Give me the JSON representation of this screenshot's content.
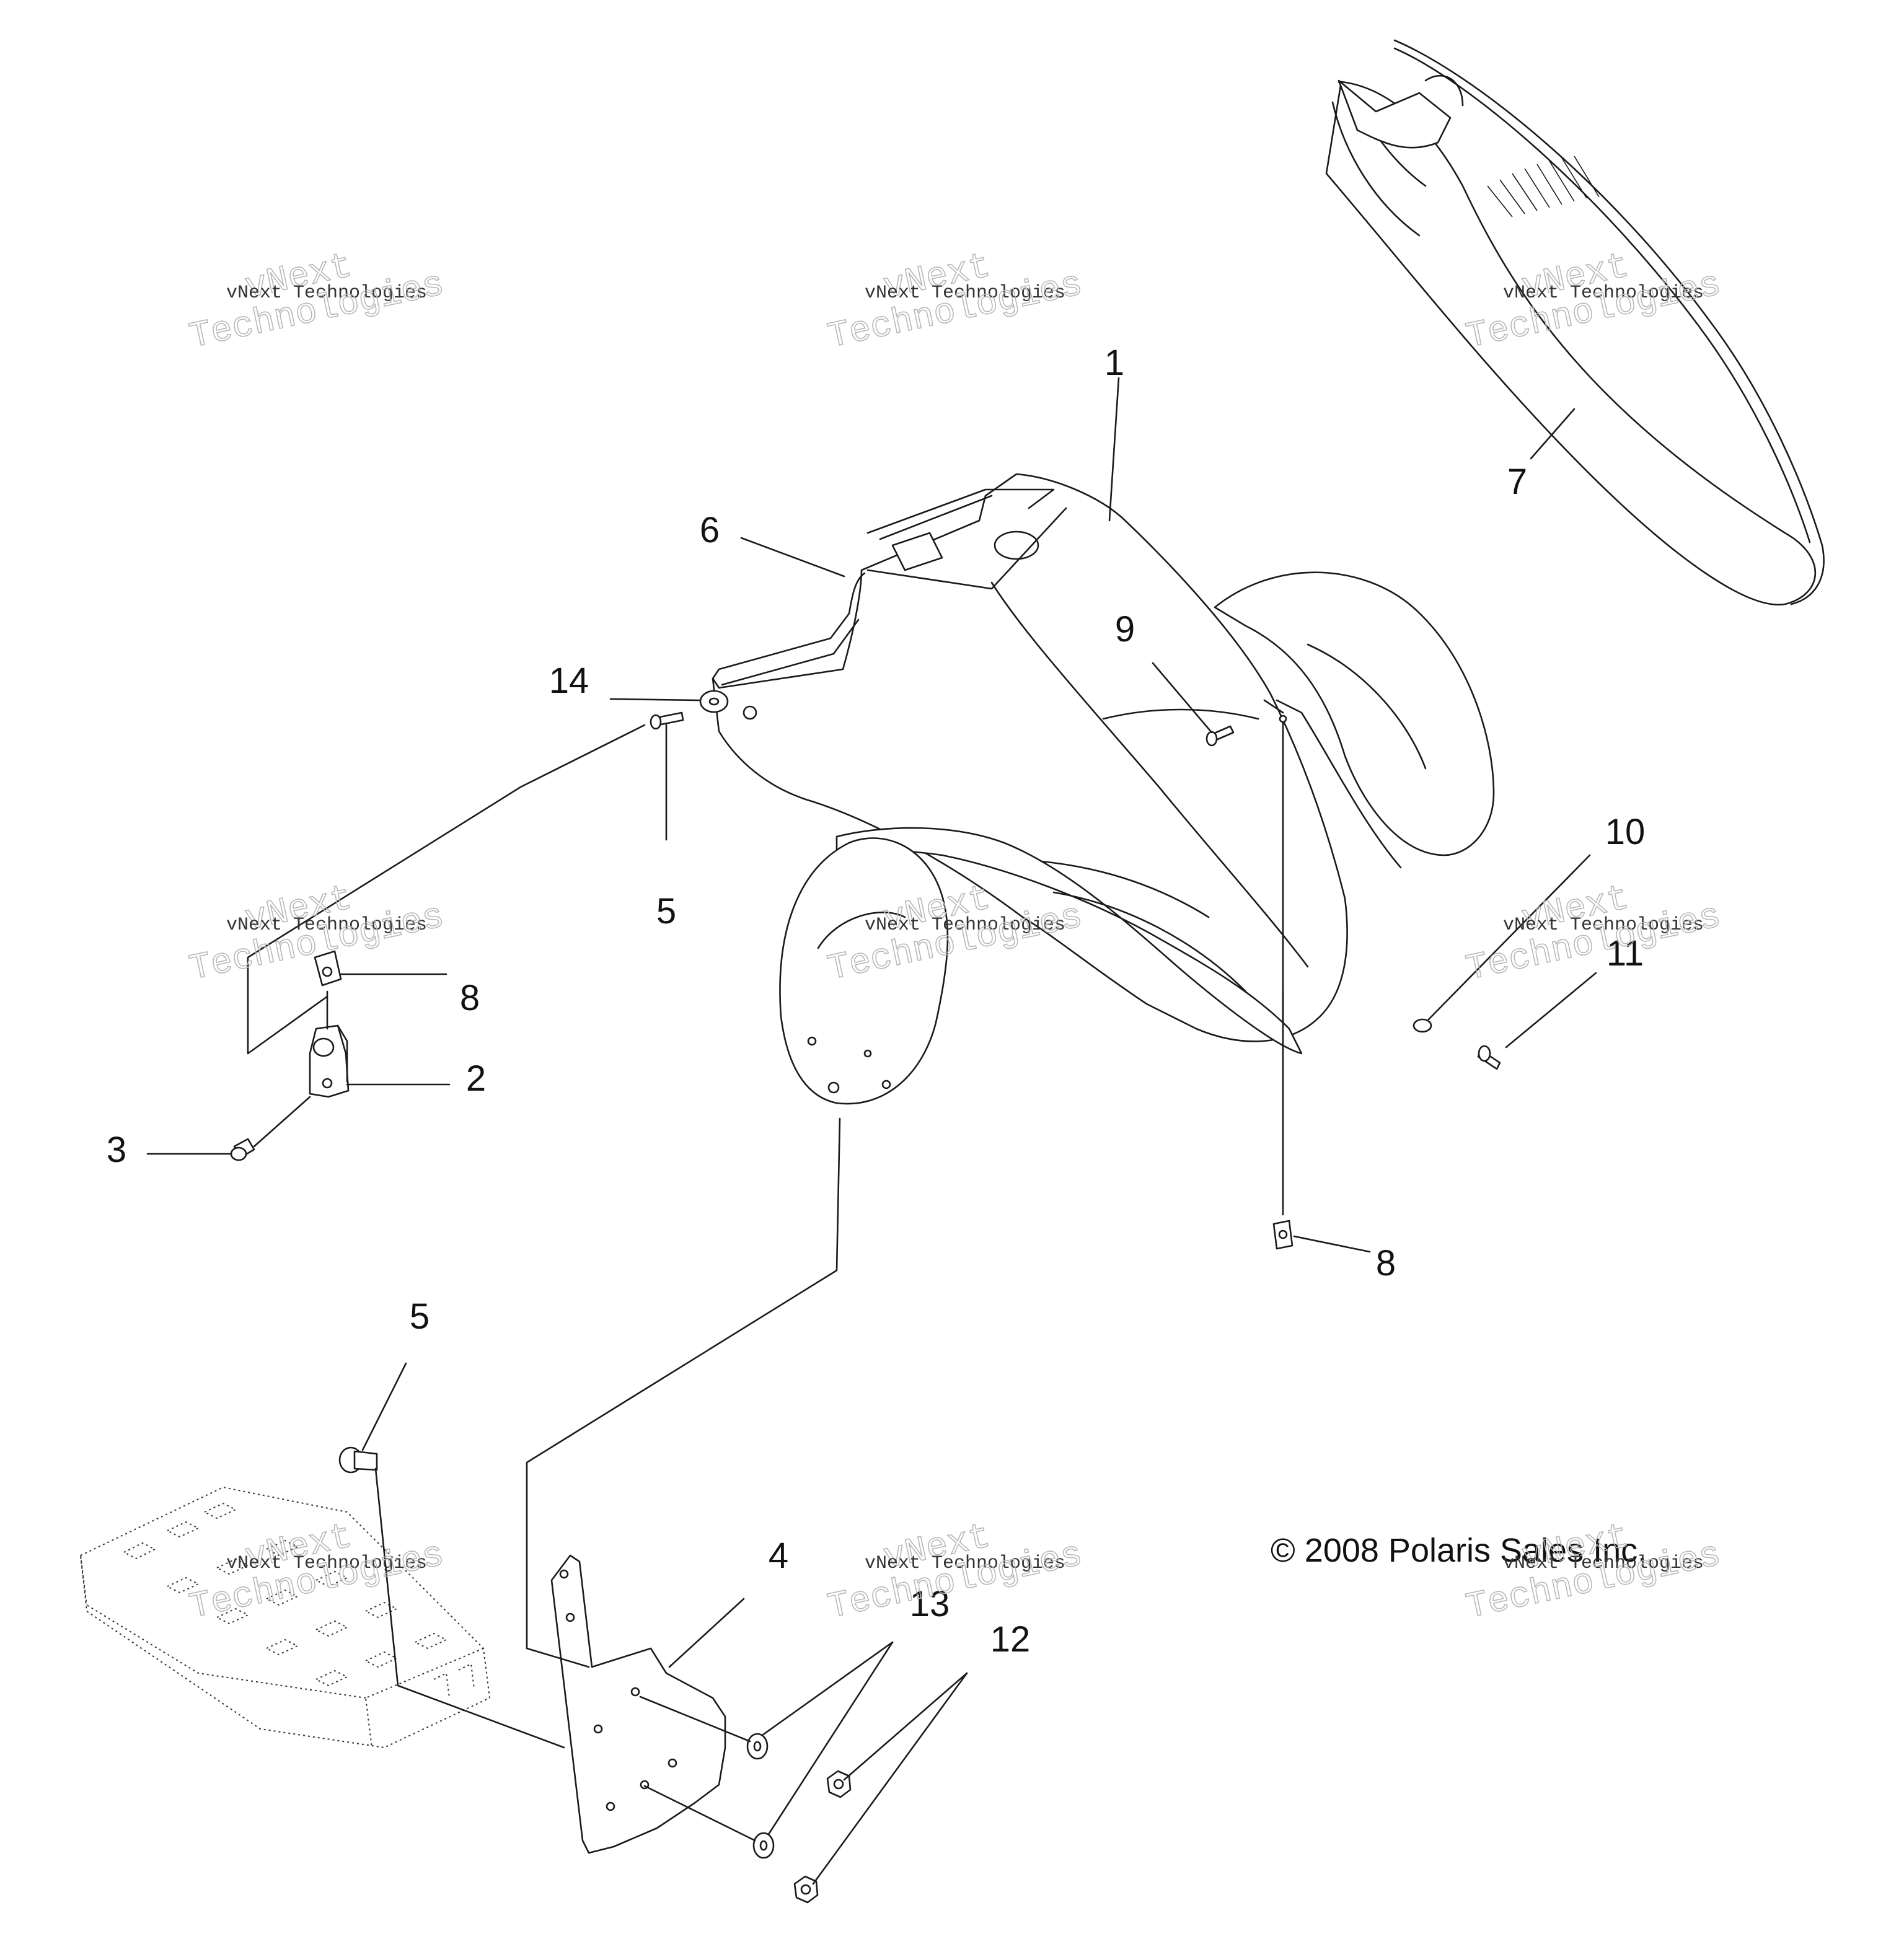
{
  "callouts": {
    "c1": "1",
    "c2": "2",
    "c3": "3",
    "c4": "4",
    "c5a": "5",
    "c5b": "5",
    "c6": "6",
    "c7": "7",
    "c8a": "8",
    "c8b": "8",
    "c9": "9",
    "c10": "10",
    "c11": "11",
    "c12": "12",
    "c13": "13",
    "c14": "14"
  },
  "copyright": "© 2008 Polaris Sales Inc.",
  "watermark": {
    "line1": "vNext Technologies",
    "line2": "vNext",
    "line3": "Technologies"
  }
}
